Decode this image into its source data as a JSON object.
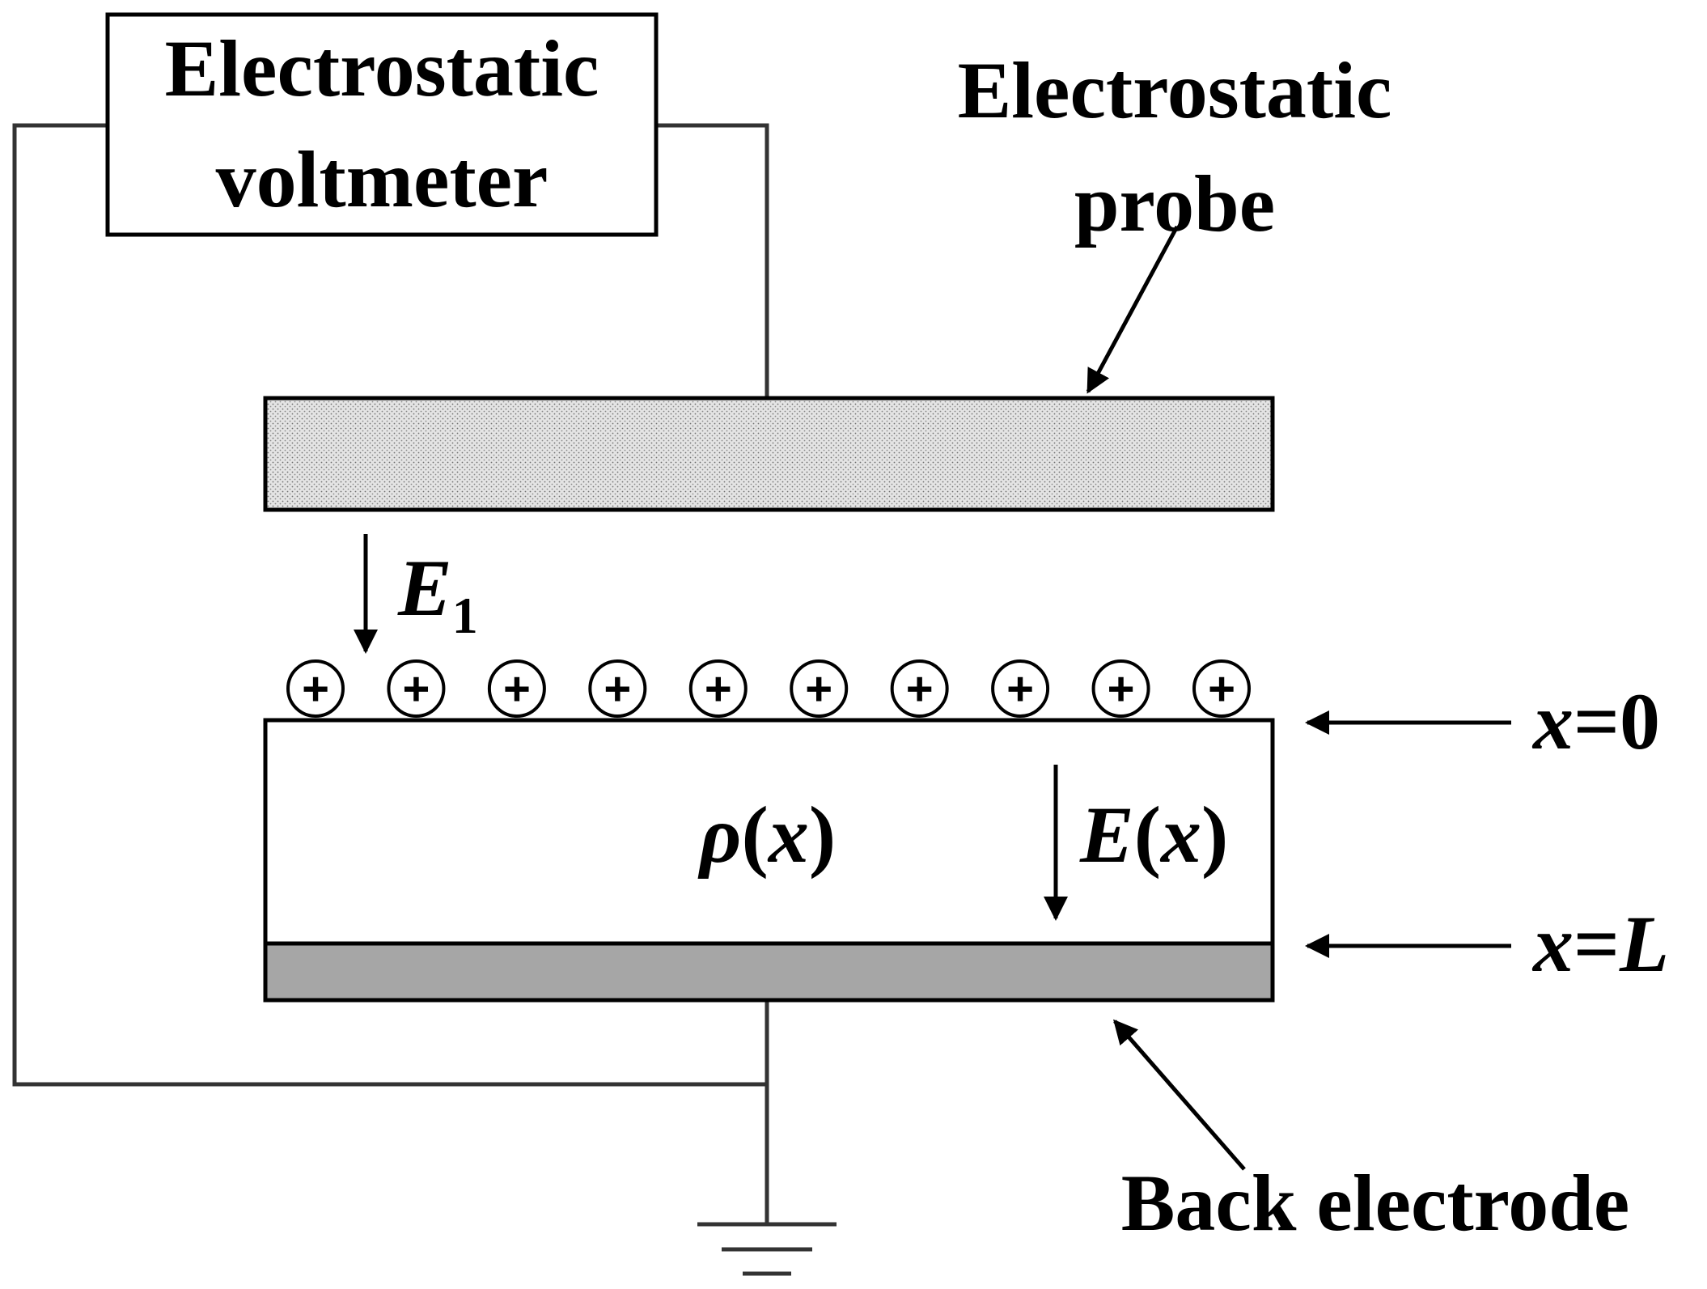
{
  "labels": {
    "voltmeter_line1": "Electrostatic",
    "voltmeter_line2": "voltmeter",
    "probe_line1": "Electrostatic",
    "probe_line2": "probe",
    "back_electrode": "Back electrode",
    "field_top_symbol": "E",
    "field_top_subscript": "1",
    "charge_density": "ρ",
    "field_inside": "E",
    "arg_open": "(",
    "arg_var": "x",
    "arg_close": ")",
    "position_top_var": "x",
    "position_top_eq": "=0",
    "position_bottom_var": "x",
    "position_bottom_eq": "=",
    "position_bottom_val": "L"
  },
  "charges": {
    "symbol": "+",
    "count": 10
  },
  "colors": {
    "line": "#000000",
    "wire": "#333333",
    "probe_fill": "#d9d9d9",
    "electrode_fill": "#a6a6a6",
    "background": "#ffffff"
  }
}
